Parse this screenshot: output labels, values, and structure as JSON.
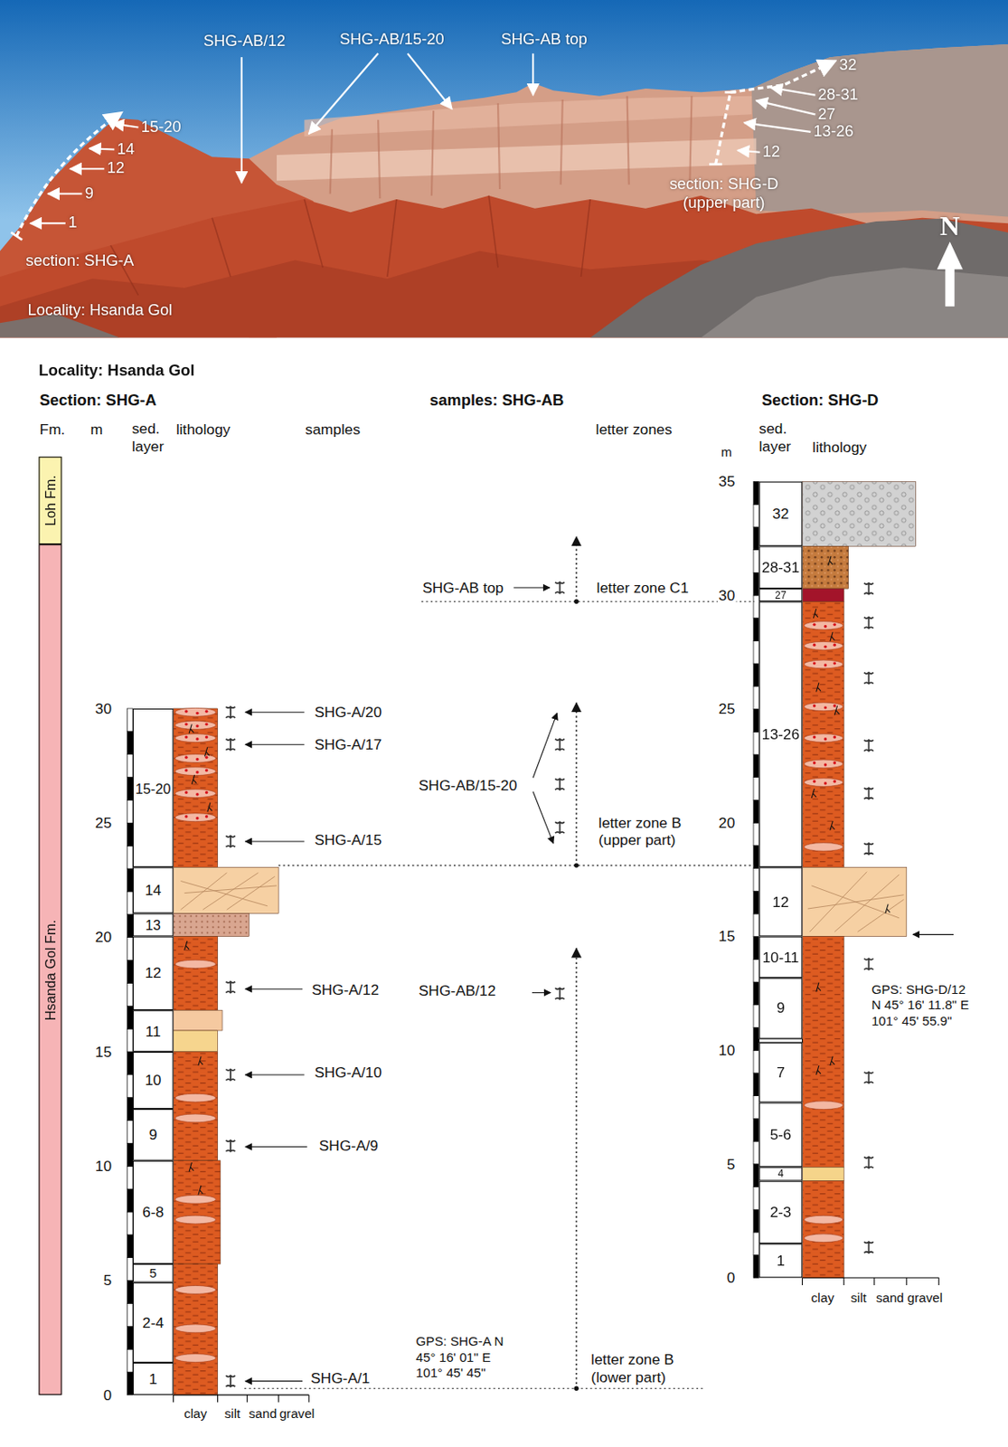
{
  "diagram": {
    "title": "Locality: Hsanda Gol",
    "nodes": [
      {
        "text": [
          "Loh Fm."
        ]
      },
      {
        "text": [
          "Hsanda Gol Fm."
        ]
      },
      {
        "text": [
          "15-20"
        ]
      },
      {
        "text": [
          "14"
        ]
      },
      {
        "text": [
          "13"
        ]
      },
      {
        "text": [
          "12"
        ]
      },
      {
        "text": [
          "11"
        ]
      },
      {
        "text": [
          "10"
        ]
      },
      {
        "text": [
          "9"
        ]
      },
      {
        "text": [
          "6-8"
        ]
      },
      {
        "text": [
          "5"
        ]
      },
      {
        "text": [
          "2-4"
        ]
      },
      {
        "text": [
          "1"
        ]
      },
      {
        "text": [
          "32"
        ]
      },
      {
        "text": [
          "28-31"
        ]
      },
      {
        "text": [
          "27"
        ]
      },
      {
        "text": [
          "13-26"
        ]
      },
      {
        "text": [
          "12"
        ]
      },
      {
        "text": [
          "10-11"
        ]
      },
      {
        "text": [
          "9"
        ]
      },
      {
        "text": [
          "7"
        ]
      },
      {
        "text": [
          "5-6"
        ]
      },
      {
        "text": [
          "4"
        ]
      },
      {
        "text": [
          "2-3"
        ]
      },
      {
        "text": [
          "1"
        ]
      }
    ],
    "labels": [
      "SHG-AB/12",
      "SHG-AB/15-20",
      "SHG-AB top",
      "15-20",
      "14",
      "12",
      "9",
      "1",
      "section: SHG-A",
      "Locality: Hsanda Gol",
      "32",
      "28-31",
      "27",
      "13-26",
      "12",
      "section: SHG-D (upper part)",
      "N",
      "Section: SHG-A",
      "samples: SHG-AB",
      "Section: SHG-D",
      "Fm.",
      "m",
      "sed. layer",
      "lithology",
      "samples",
      "letter zones",
      "m",
      "sed. layer",
      "lithology",
      "30",
      "25",
      "20",
      "15",
      "10",
      "5",
      "0",
      "35",
      "30",
      "25",
      "20",
      "15",
      "10",
      "5",
      "0",
      "SHG-A/20",
      "SHG-A/17",
      "SHG-A/15",
      "SHG-A/12",
      "SHG-A/10",
      "SHG-A/9",
      "SHG-A/1",
      "SHG-AB top",
      "letter zone C1",
      "SHG-AB/15-20",
      "letter zone B (upper part)",
      "SHG-AB/12",
      "GPS: SHG-A N 45° 16' 01\" E 101° 45' 45\"",
      "letter zone B (lower part)",
      "GPS: SHG-D/12 N 45° 16' 11.8\" E 101° 45' 55.9\"",
      "clay",
      "silt",
      "sand",
      "gravel",
      "clay",
      "silt",
      "sand",
      "gravel"
    ]
  }
}
